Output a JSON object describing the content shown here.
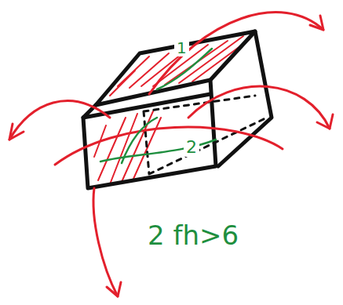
{
  "diagram": {
    "labels": [
      "1",
      "2",
      "2 fh>6"
    ]
  }
}
